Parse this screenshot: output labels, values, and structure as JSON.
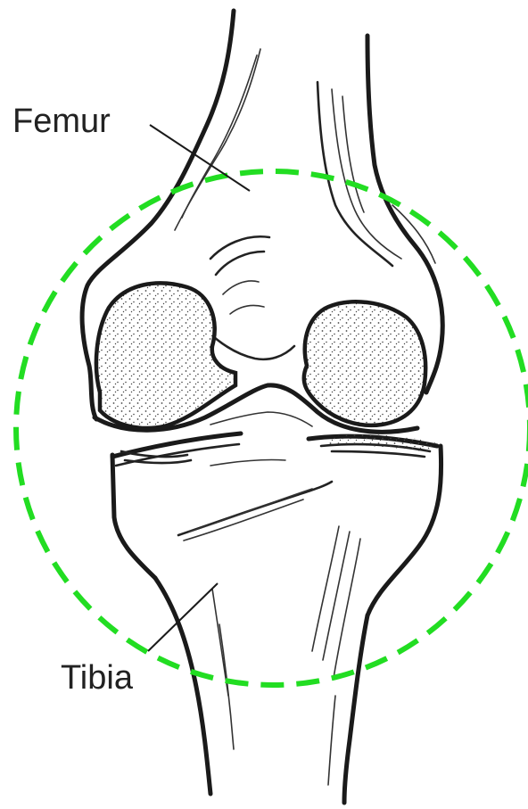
{
  "diagram": {
    "labels": {
      "femur": "Femur",
      "tibia": "Tibia"
    },
    "colors": {
      "highlight_circle": "#22dd22",
      "ink": "#1a1a1a",
      "cartilage_stipple": "#444444",
      "background": "#ffffff"
    },
    "highlight_style": "dashed circle"
  }
}
